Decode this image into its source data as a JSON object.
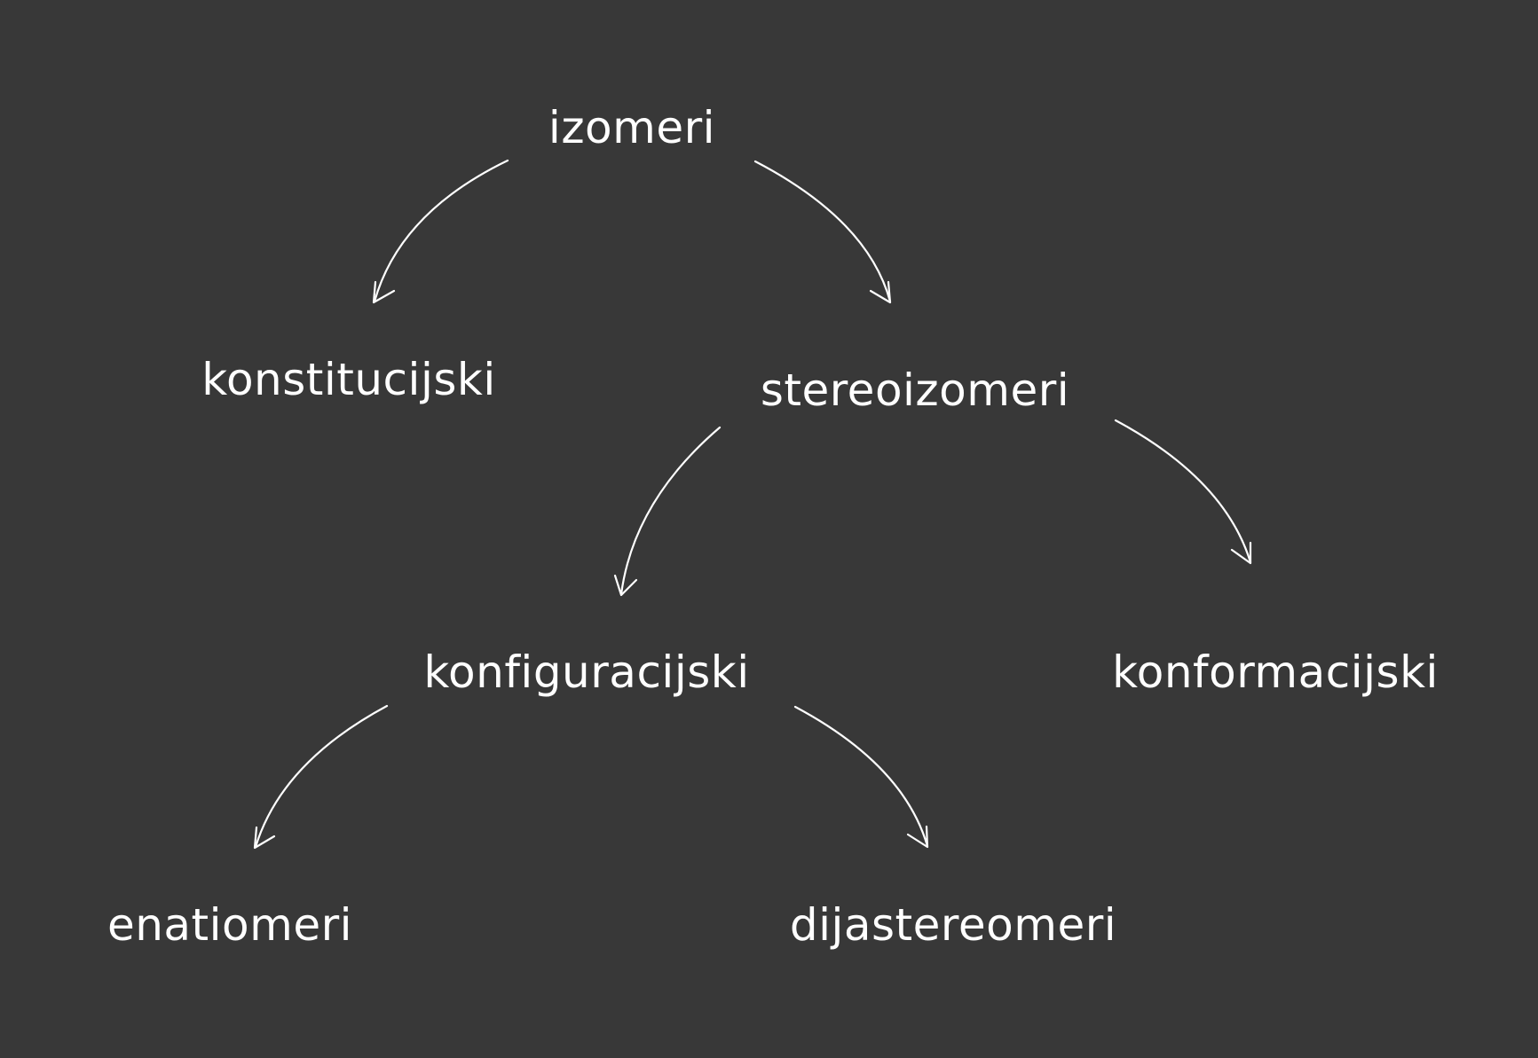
{
  "diagram": {
    "colors": {
      "background": "#383838",
      "foreground": "#ffffff"
    },
    "nodes": {
      "root": "izomeri",
      "konstitucijski": "konstitucijski",
      "stereoizomeri": "stereoizomeri",
      "konfiguracijski": "konfiguracijski",
      "konformacijski": "konformacijski",
      "enatiomeri": "enatiomeri",
      "dijastereomeri": "dijastereomeri"
    },
    "edges": [
      {
        "from": "izomeri",
        "to": "konstitucijski"
      },
      {
        "from": "izomeri",
        "to": "stereoizomeri"
      },
      {
        "from": "stereoizomeri",
        "to": "konfiguracijski"
      },
      {
        "from": "stereoizomeri",
        "to": "konformacijski"
      },
      {
        "from": "konfiguracijski",
        "to": "enatiomeri"
      },
      {
        "from": "konfiguracijski",
        "to": "dijastereomeri"
      }
    ]
  }
}
